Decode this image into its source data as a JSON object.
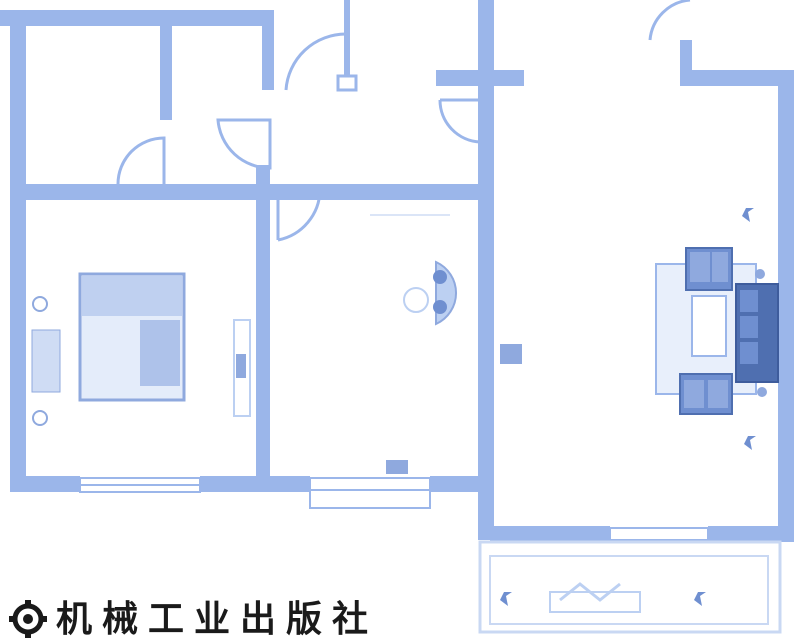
{
  "diagram": {
    "type": "architectural floor plan",
    "colors": {
      "wall": "#9bb6ea",
      "wall_light": "#c9d8f3",
      "furniture": "#8fa9de",
      "furniture_dark": "#4f6fb0",
      "background": "#ffffff"
    },
    "rooms": [
      {
        "id": "small-room-top-left"
      },
      {
        "id": "corridor-top-middle"
      },
      {
        "id": "bedroom-left"
      },
      {
        "id": "room-center"
      },
      {
        "id": "living-room-right"
      },
      {
        "id": "balcony-bottom-right"
      }
    ]
  },
  "publisher": {
    "name": "机械工业出版社",
    "logo_icon": "gear-logo-icon",
    "logo_color": "#1a1a1a"
  }
}
